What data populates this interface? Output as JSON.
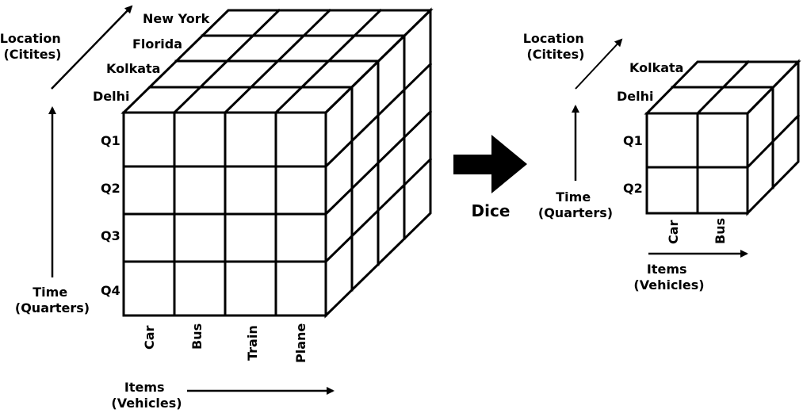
{
  "left_cube": {
    "location_axis_label": [
      "Location",
      "(Citites)"
    ],
    "time_axis_label": [
      "Time",
      "(Quarters)"
    ],
    "items_axis_label": [
      "Items",
      "(Vehicles)"
    ],
    "cities": [
      "Delhi",
      "Kolkata",
      "Florida",
      "New York"
    ],
    "quarters": [
      "Q1",
      "Q2",
      "Q3",
      "Q4"
    ],
    "items": [
      "Car",
      "Bus",
      "Train",
      "Plane"
    ]
  },
  "operation": {
    "label": "Dice"
  },
  "right_cube": {
    "location_axis_label": [
      "Location",
      "(Citites)"
    ],
    "time_axis_label": [
      "Time",
      "(Quarters)"
    ],
    "items_axis_label": [
      "Items",
      "(Vehicles)"
    ],
    "cities": [
      "Delhi",
      "Kolkata"
    ],
    "quarters": [
      "Q1",
      "Q2"
    ],
    "items": [
      "Car",
      "Bus"
    ]
  },
  "colors": {
    "stroke": "#000000",
    "background": "#ffffff"
  }
}
